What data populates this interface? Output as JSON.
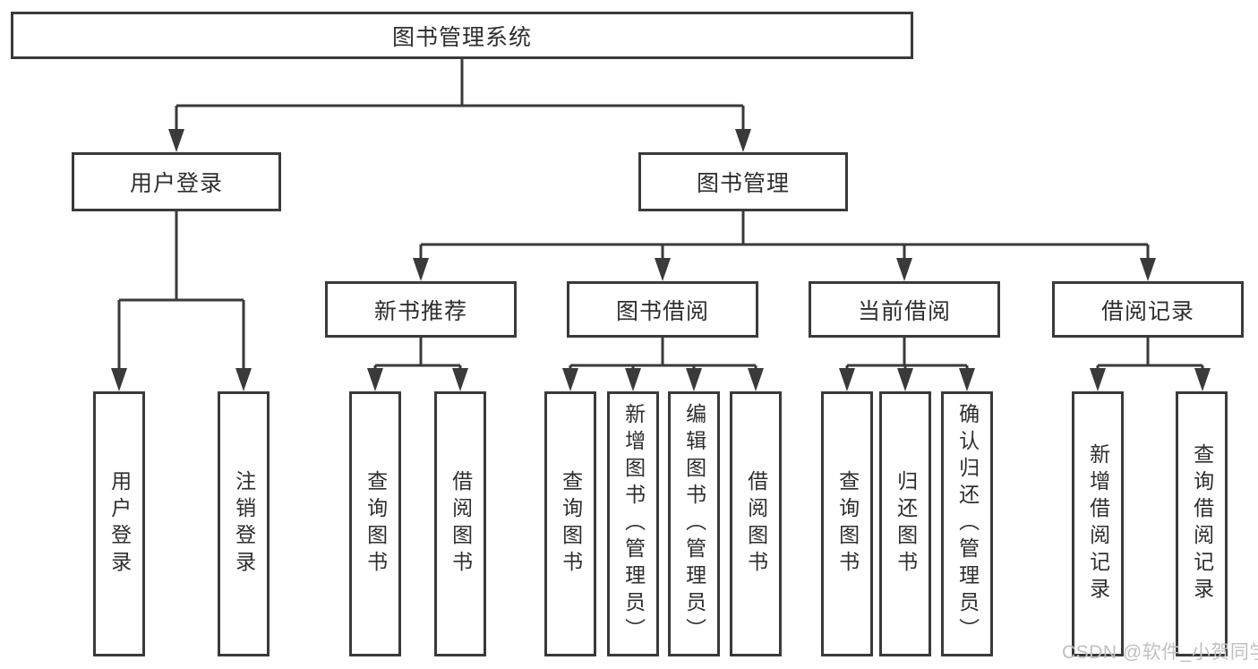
{
  "root": {
    "label": "图书管理系统"
  },
  "level2": [
    {
      "label": "用户登录"
    },
    {
      "label": "图书管理"
    }
  ],
  "level3": [
    {
      "label": "新书推荐"
    },
    {
      "label": "图书借阅"
    },
    {
      "label": "当前借阅"
    },
    {
      "label": "借阅记录"
    }
  ],
  "leaves": {
    "user_login": [
      "用户登录",
      "注销登录"
    ],
    "new_book_recommend": [
      "查询图书",
      "借阅图书"
    ],
    "book_borrow": [
      "查询图书",
      "新增图书（管理员）",
      "编辑图书（管理员）",
      "借阅图书"
    ],
    "current_borrow": [
      "查询图书",
      "归还图书",
      "确认归还（管理员）"
    ],
    "borrow_record": [
      "新增借阅记录",
      "查询借阅记录"
    ]
  },
  "watermark": {
    "text": "CSDN @软件_小贺同学"
  },
  "colors": {
    "line": "#3a3a3a",
    "box_border": "#3a3a3a",
    "text": "#2e2e2e",
    "watermark": "#c0c0c0",
    "background": "#ffffff"
  }
}
